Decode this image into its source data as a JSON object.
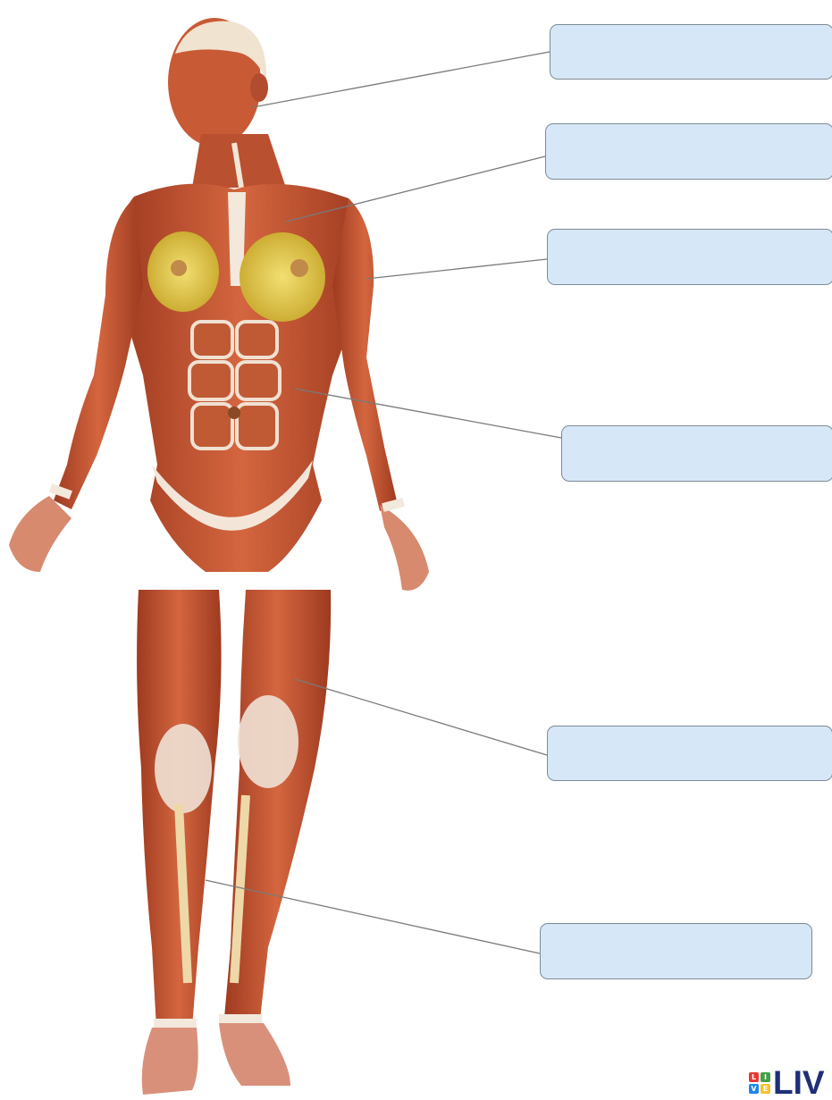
{
  "labels": [
    {
      "id": "label-1",
      "text": ""
    },
    {
      "id": "label-2",
      "text": ""
    },
    {
      "id": "label-3",
      "text": ""
    },
    {
      "id": "label-4",
      "text": ""
    },
    {
      "id": "label-5",
      "text": ""
    },
    {
      "id": "label-6",
      "text": ""
    }
  ],
  "logo": {
    "tile_letters": [
      "L",
      "I",
      "V",
      "E"
    ],
    "tile_colors": [
      "#e53935",
      "#43a047",
      "#1e88e5",
      "#fbc02d"
    ],
    "wordmark": "LIV"
  },
  "colors": {
    "box_fill": "#d6e8f7",
    "box_border": "#7f8a96",
    "muscle": "#c0502e",
    "tendon": "#f1e6dc",
    "breast_tissue": "#e8d25a",
    "leader_line": "#7a7a7a"
  }
}
